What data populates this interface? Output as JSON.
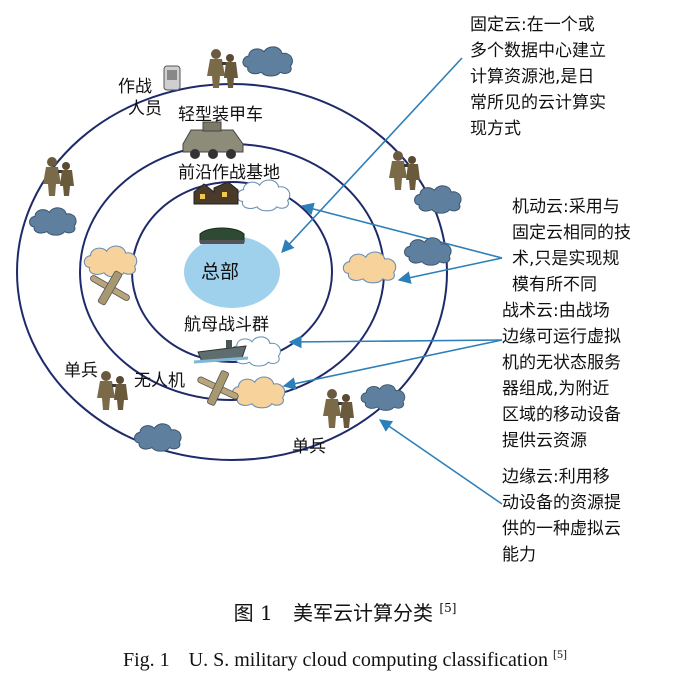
{
  "center_label": "总部",
  "node_labels": {
    "combat_personnel": "作战\n人员",
    "light_armored_vehicle": "轻型装甲车",
    "forward_base": "前沿作战基地",
    "carrier_group": "航母战斗群",
    "uav": "无人机",
    "soldier_left": "单兵",
    "soldier_right": "单兵"
  },
  "annotations": {
    "fixed_cloud": "固定云:在一个或\n多个数据中心建立\n计算资源池,是日\n常所见的云计算实\n现方式",
    "mobile_cloud": "机动云:采用与\n固定云相同的技\n术,只是实现规\n模有所不同",
    "tactical_cloud": "战术云:由战场\n边缘可运行虚拟\n机的无状态服务\n器组成,为附近\n区域的移动设备\n提供云资源",
    "edge_cloud": "边缘云:利用移\n动设备的资源提\n供的一种虚拟云\n能力"
  },
  "caption": {
    "cn_label": "图 1",
    "cn_text": "美军云计算分类",
    "cn_ref": "[5]",
    "en_label": "Fig. 1",
    "en_text": "U. S.  military cloud computing classification",
    "en_ref": "[5]"
  },
  "colors": {
    "ring": "#1f2a6b",
    "arrow": "#2c7fb8",
    "cloud_blue": "#9fd0ec",
    "cloud_navy": "#5f7f9f",
    "cloud_orange": "#f7d29a",
    "cloud_white": "#ffffff"
  }
}
